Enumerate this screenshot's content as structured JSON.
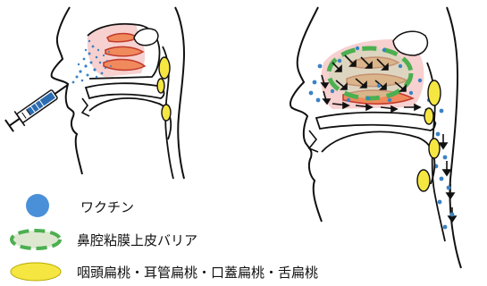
{
  "legend": {
    "vaccine": {
      "label": "ワクチン",
      "color": "#4a90d9"
    },
    "barrier": {
      "label": "鼻腔粘膜上皮バリア",
      "color": "#4caf50"
    },
    "tonsils": {
      "label": "咽頭扁桃・耳管扁桃・口蓋扁桃・舌扁桃",
      "color": "#f5e642"
    }
  },
  "colors": {
    "outline": "#111111",
    "mucosa_red": "#c0392b",
    "mucosa_orange": "#f08a5d",
    "mucosa_pink": "#f7d0d0",
    "spray_blue": "#3b82c4",
    "syringe_blue": "#2b6cb0",
    "barrier_fill": "#c8d8b0"
  },
  "panels": {
    "left": {
      "icons": [
        "syringe-icon",
        "nasal-spray"
      ]
    },
    "right": {
      "icons": [
        "flow-arrows",
        "barrier-ellipse"
      ]
    }
  }
}
